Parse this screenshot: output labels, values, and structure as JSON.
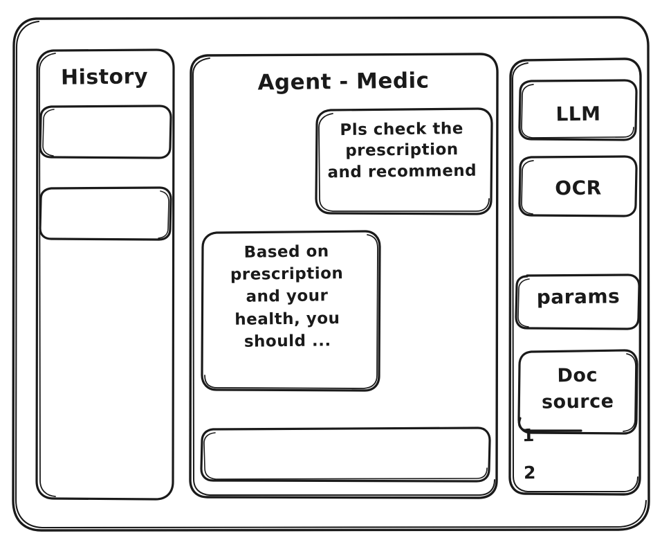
{
  "window": {
    "style": "hand-drawn-wireframe",
    "stroke_color": "#1a1a1a",
    "background_color": "#ffffff"
  },
  "sidebar_left": {
    "title": "History",
    "items": [
      {
        "label": "",
        "name": "history-item-1"
      },
      {
        "label": "",
        "name": "history-item-2"
      }
    ]
  },
  "main": {
    "title": "Agent - Medic",
    "messages": [
      {
        "role": "user",
        "align": "right",
        "text": "Pls check the\nprescription\nand recommend"
      },
      {
        "role": "assistant",
        "align": "left",
        "text": "Based on\nprescription\nand your\nhealth, you\nshould ..."
      }
    ],
    "composer": {
      "value": "",
      "placeholder": ""
    }
  },
  "sidebar_right": {
    "buttons": [
      {
        "label": "LLM",
        "name": "llm"
      },
      {
        "label": "OCR",
        "name": "ocr"
      },
      {
        "label": "params",
        "name": "params"
      },
      {
        "label": "Doc\nsource",
        "name": "doc-source"
      }
    ],
    "doc_list": [
      {
        "label": "1"
      },
      {
        "label": "2"
      }
    ]
  }
}
